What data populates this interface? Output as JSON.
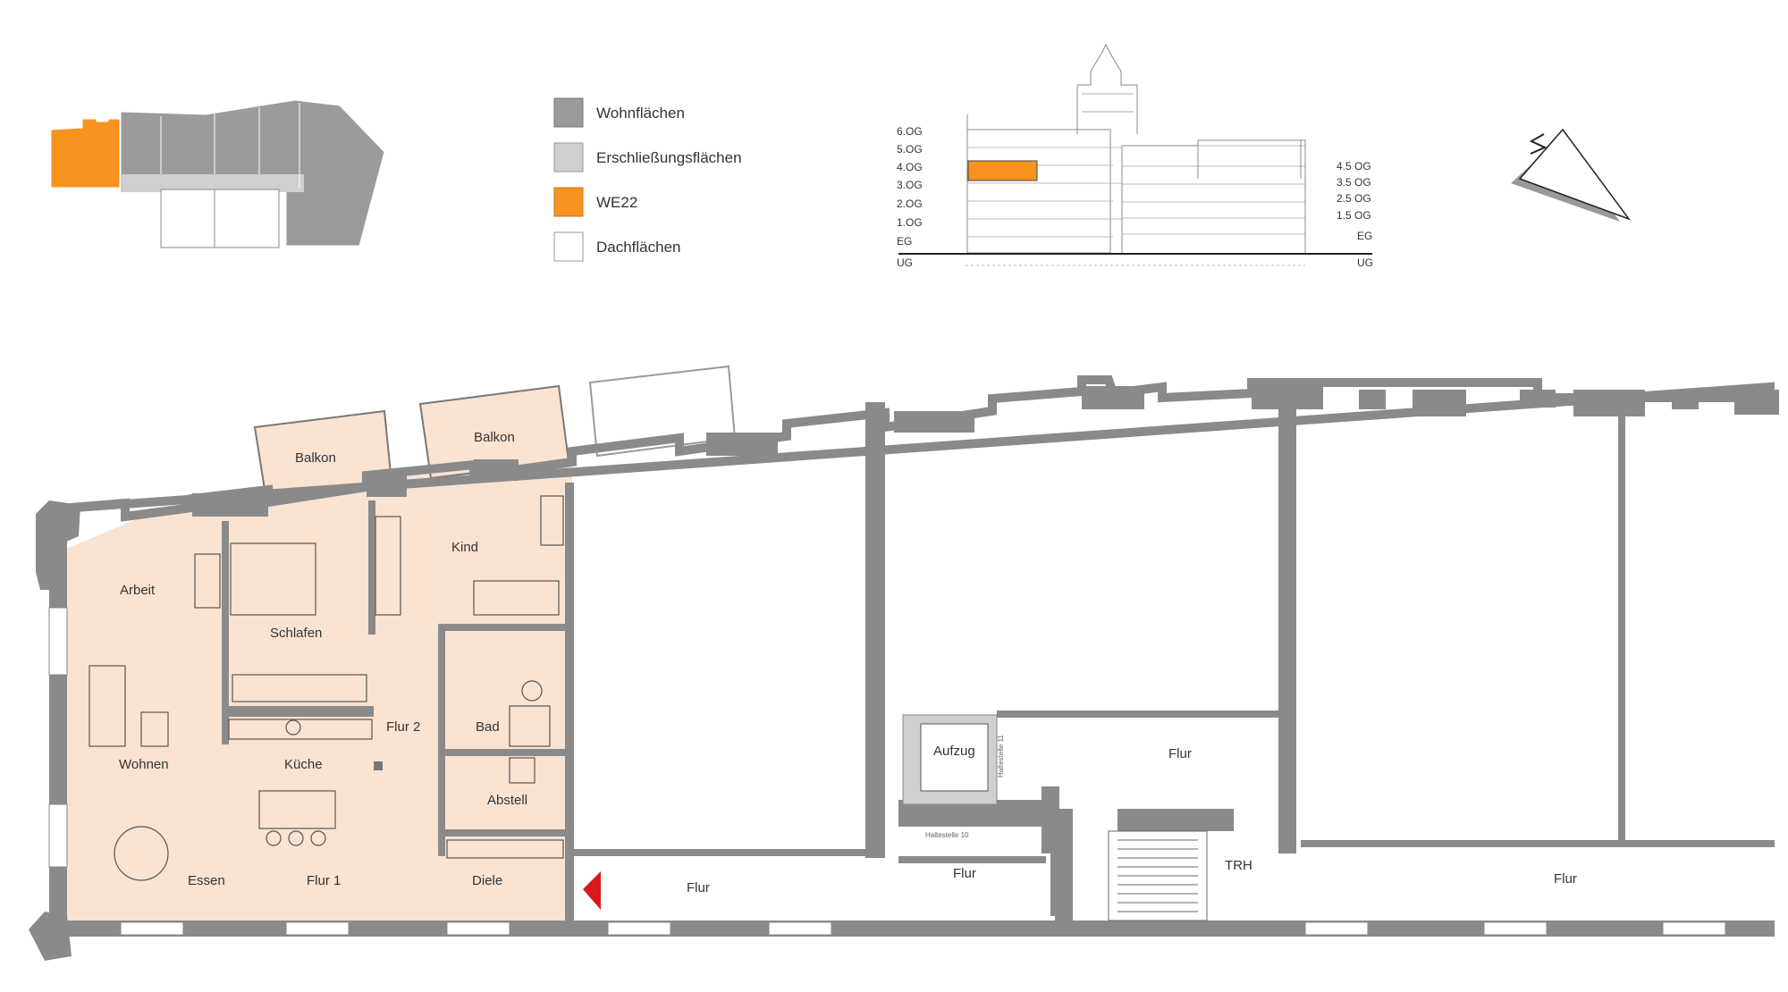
{
  "colors": {
    "wohnflaechen": "#9b9b9b",
    "erschliessung": "#cfcfcf",
    "we22": "#f7931e",
    "dachflaechen": "#ffffff",
    "apartment_fill": "#fbe3d1",
    "wall": "#8a8a8a",
    "balcony_fill": "#fbe3d1"
  },
  "legend": {
    "items": [
      {
        "label": "Wohnflächen",
        "color_key": "wohnflaechen"
      },
      {
        "label": "Erschließungsflächen",
        "color_key": "erschliessung"
      },
      {
        "label": "WE22",
        "color_key": "we22"
      },
      {
        "label": "Dachflächen",
        "color_key": "dachflaechen"
      }
    ]
  },
  "section": {
    "left_levels": [
      "6.OG",
      "5.OG",
      "4.OG",
      "3.OG",
      "2.OG",
      "1.OG",
      "EG",
      "UG"
    ],
    "right_levels": [
      "4.5 OG",
      "3.5 OG",
      "2.5 OG",
      "1.5 OG",
      "EG",
      "UG"
    ]
  },
  "rooms": {
    "balkon_1": "Balkon",
    "balkon_2": "Balkon",
    "arbeit": "Arbeit",
    "schlafen": "Schlafen",
    "kind": "Kind",
    "wohnen": "Wohnen",
    "kueche": "Küche",
    "flur2": "Flur 2",
    "bad": "Bad",
    "abstell": "Abstell",
    "essen": "Essen",
    "flur1": "Flur 1",
    "diele": "Diele",
    "flur_a": "Flur",
    "aufzug": "Aufzug",
    "flur_b": "Flur",
    "flur_c": "Flur",
    "trh": "TRH",
    "flur_d": "Flur"
  },
  "small_text": {
    "haltestelle_10": "Haltestelle 10",
    "haltestelle_11": "Haltestelle 11"
  },
  "icons": {
    "north_arrow": "north-arrow-icon",
    "entrance": "entrance-triangle-icon"
  }
}
